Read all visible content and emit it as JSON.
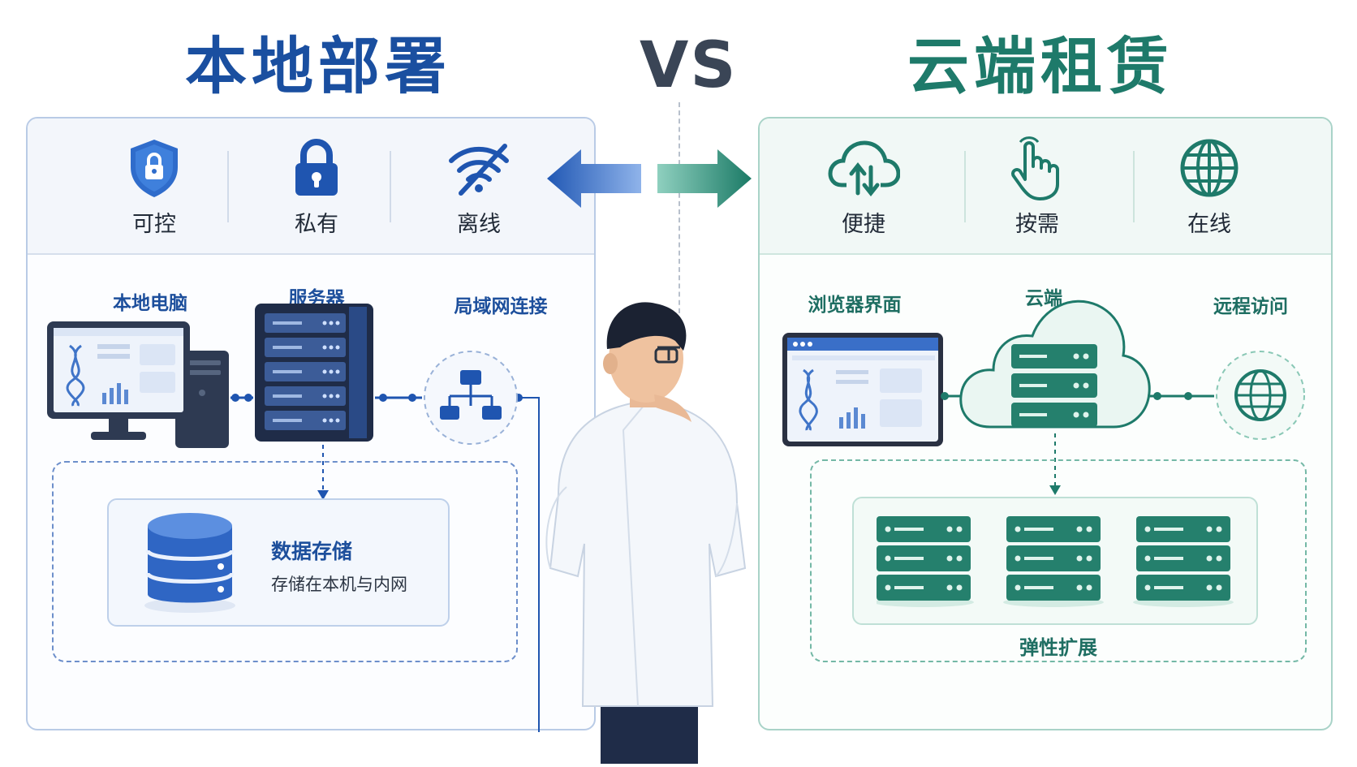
{
  "titles": {
    "left": "本地部署",
    "vs": "VS",
    "right": "云端租赁"
  },
  "left_panel": {
    "features": [
      {
        "icon": "shield-lock-icon",
        "label": "可控"
      },
      {
        "icon": "padlock-icon",
        "label": "私有"
      },
      {
        "icon": "wifi-off-icon",
        "label": "离线"
      }
    ],
    "nodes": [
      {
        "icon": "desktop-computer-icon",
        "label": "本地电脑"
      },
      {
        "icon": "server-rack-icon",
        "label": "服务器"
      },
      {
        "icon": "network-topology-icon",
        "label": "局域网连接"
      }
    ],
    "storage": {
      "icon": "database-icon",
      "title": "数据存储",
      "subtitle": "存储在本机与内网"
    }
  },
  "right_panel": {
    "features": [
      {
        "icon": "cloud-sync-icon",
        "label": "便捷"
      },
      {
        "icon": "hand-pointer-icon",
        "label": "按需"
      },
      {
        "icon": "globe-icon",
        "label": "在线"
      }
    ],
    "nodes": [
      {
        "icon": "browser-window-icon",
        "label": "浏览器界面"
      },
      {
        "icon": "cloud-server-icon",
        "label": "云端"
      },
      {
        "icon": "globe-icon",
        "label": "远程访问"
      }
    ],
    "scaling": {
      "icon": "server-stack-icon",
      "label": "弹性扩展"
    }
  },
  "colors": {
    "left_accent": "#1a4fa0",
    "right_accent": "#1e7a6a",
    "vs": "#3a4556"
  }
}
